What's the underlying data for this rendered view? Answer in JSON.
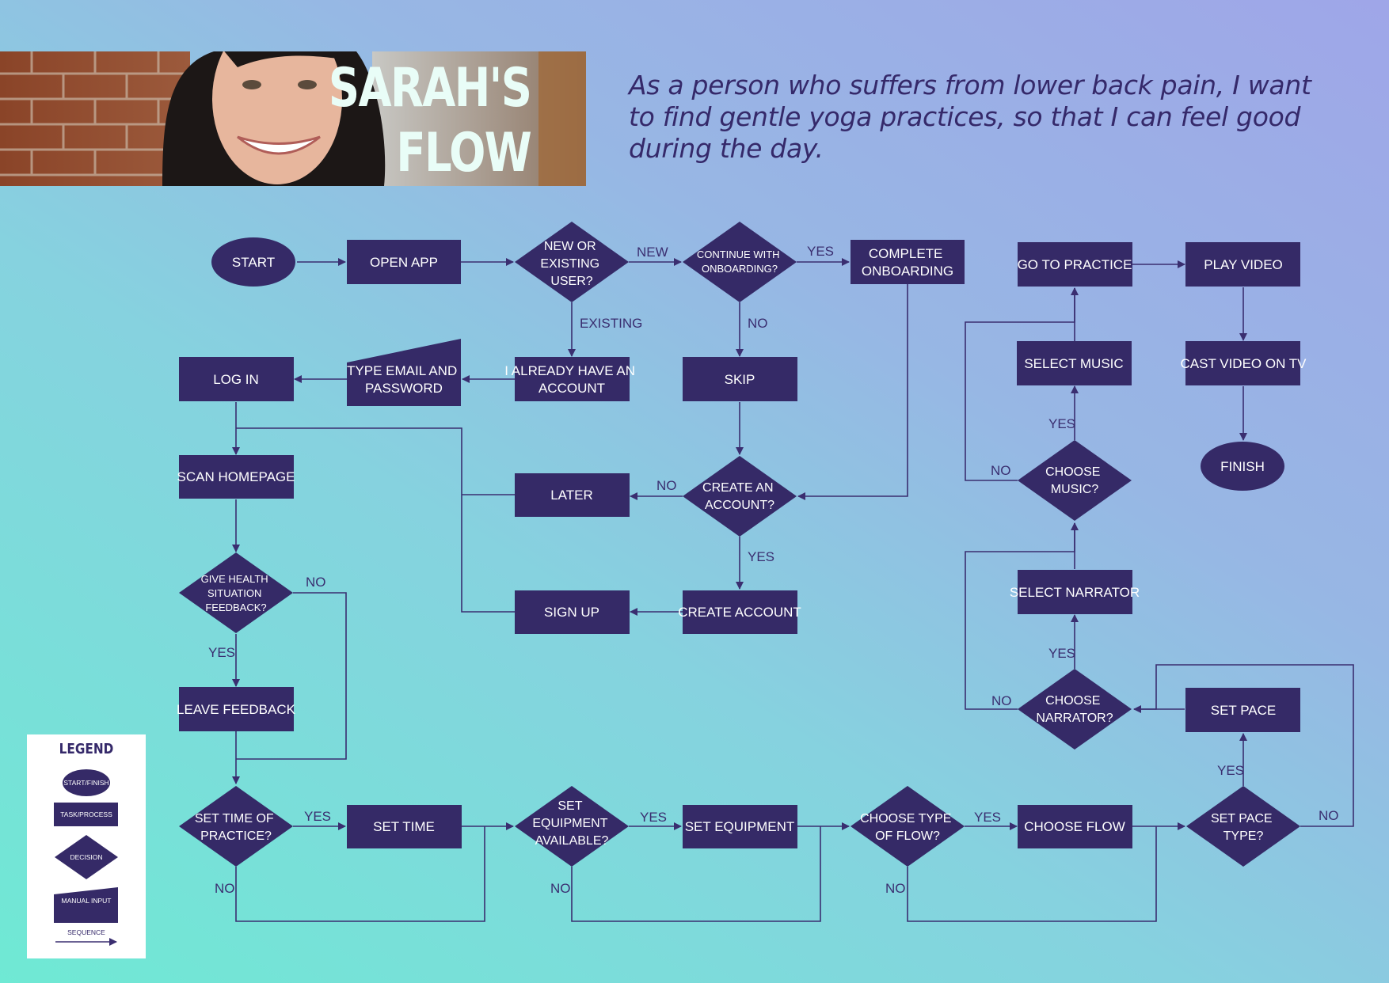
{
  "header": {
    "title_line1": "SARAH'S",
    "title_line2": "FLOW",
    "user_story": "As a person who suffers from lower back pain, I want to find gentle yoga practices, so that I can feel good during the day."
  },
  "colors": {
    "node_fill": "#352a67",
    "edge": "#3a2e70",
    "node_text": "#ffffff",
    "title_text": "#e9fdf7",
    "legend_bg": "#ffffff"
  },
  "nodes": {
    "start": "START",
    "open_app": "OPEN APP",
    "new_or_existing": [
      "NEW OR",
      "EXISTING",
      "USER?"
    ],
    "continue_onboarding": [
      "CONTINUE WITH",
      "ONBOARDING?"
    ],
    "complete_onboarding": [
      "COMPLETE",
      "ONBOARDING"
    ],
    "go_to_practice": "GO TO PRACTICE",
    "play_video": "PLAY VIDEO",
    "log_in": "LOG IN",
    "type_email": [
      "TYPE EMAIL AND",
      "PASSWORD"
    ],
    "already_have_account": [
      "I ALREADY HAVE AN",
      "ACCOUNT"
    ],
    "skip": "SKIP",
    "select_music": "SELECT MUSIC",
    "cast_video": "CAST VIDEO ON TV",
    "scan_homepage": "SCAN HOMEPAGE",
    "later": "LATER",
    "create_account_q": [
      "CREATE AN",
      "ACCOUNT?"
    ],
    "choose_music": [
      "CHOOSE",
      "MUSIC?"
    ],
    "finish": "FINISH",
    "give_feedback_q": [
      "GIVE HEALTH",
      "SITUATION",
      "FEEDBACK?"
    ],
    "sign_up": "SIGN UP",
    "create_account": "CREATE ACCOUNT",
    "select_narrator": "SELECT NARRATOR",
    "leave_feedback": "LEAVE FEEDBACK",
    "choose_narrator": [
      "CHOOSE",
      "NARRATOR?"
    ],
    "set_pace": "SET PACE",
    "set_time_q": [
      "SET TIME OF",
      "PRACTICE?"
    ],
    "set_time": "SET TIME",
    "set_equipment_q": [
      "SET",
      "EQUIPMENT",
      "AVAILABLE?"
    ],
    "set_equipment": "SET EQUIPMENT",
    "choose_type_q": [
      "CHOOSE TYPE",
      "OF FLOW?"
    ],
    "choose_flow": "CHOOSE FLOW",
    "set_pace_q": [
      "SET PACE",
      "TYPE?"
    ]
  },
  "edge_labels": {
    "new": "NEW",
    "existing": "EXISTING",
    "yes": "YES",
    "no": "NO"
  },
  "legend": {
    "title": "LEGEND",
    "items": [
      "START/FINISH",
      "TASK/PROCESS",
      "DECISION",
      "MANUAL INPUT",
      "SEQUENCE"
    ]
  }
}
